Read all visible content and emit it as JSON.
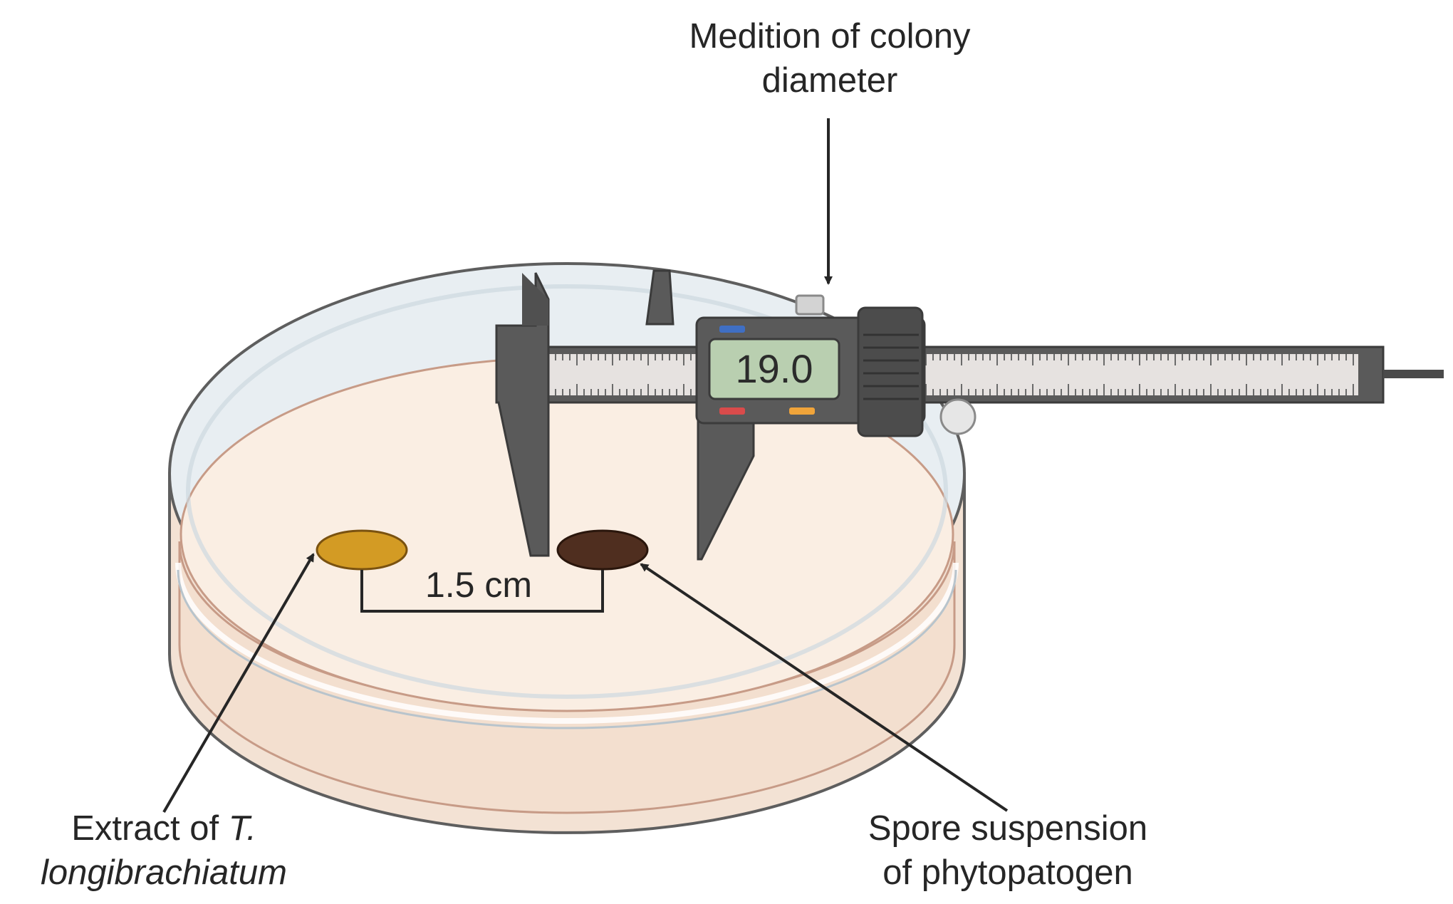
{
  "labels": {
    "caliper_line1": "Medition of colony",
    "caliper_line2": "diameter",
    "extract_prefix": "Extract of ",
    "extract_species_1": "T.",
    "extract_species_2": "longibrachiatum",
    "spore_line1": "Spore suspension",
    "spore_line2": "of phytopatogen",
    "distance": "1.5 cm"
  },
  "caliper_display": "19.0",
  "colors": {
    "agar": "#faeee3",
    "agar_edge": "#c79b87",
    "dish_rim": "#e8eef2",
    "dish_outline": "#5e5e5e",
    "extract_spot": "#d39b24",
    "spore_spot": "#4f2e1f",
    "caliper_body": "#5a5a5a",
    "caliper_scale": "#e6e2e0",
    "lcd": "#b9cfb0",
    "button_blue": "#3f6fc4",
    "button_red": "#d94b4b",
    "button_orange": "#f0a43a"
  }
}
